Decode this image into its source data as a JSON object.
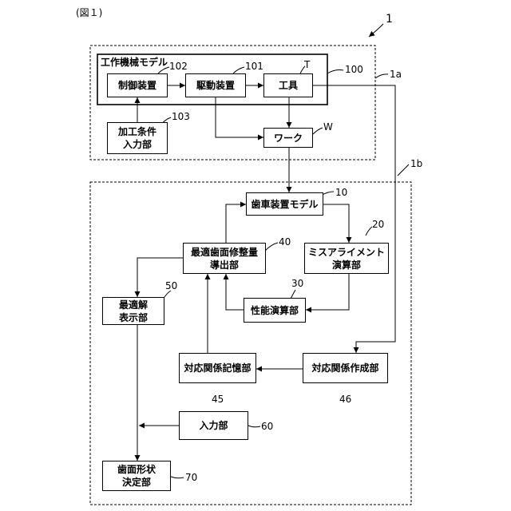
{
  "figure": {
    "caption": "(図１)",
    "ref": "1"
  },
  "groups": {
    "machine_tool": {
      "ref": "1a"
    },
    "gear_design": {
      "ref": "1b"
    },
    "machine_model": {
      "title": "工作機械モデル",
      "ref": "100"
    }
  },
  "blocks": {
    "control_device": {
      "label": "制御装置",
      "ref": "102"
    },
    "drive_device": {
      "label": "駆動装置",
      "ref": "101"
    },
    "tool": {
      "label": "工具",
      "ref": "T"
    },
    "machining_input": {
      "label": "加工条件\n入力部",
      "ref": "103"
    },
    "workpiece": {
      "label": "ワーク",
      "ref": "W"
    },
    "gear_model": {
      "label": "歯車装置モデル",
      "ref": "10"
    },
    "optimal_derivation": {
      "label": "最適歯面修整量\n導出部",
      "ref": "40"
    },
    "misalignment_calc": {
      "label": "ミスアライメント\n演算部",
      "ref": "20"
    },
    "optimal_display": {
      "label": "最適解\n表示部",
      "ref": "50"
    },
    "performance_calc": {
      "label": "性能演算部",
      "ref": "30"
    },
    "correspondence_storage": {
      "label": "対応関係記憶部",
      "ref": "45"
    },
    "correspondence_creation": {
      "label": "対応関係作成部",
      "ref": "46"
    },
    "input_unit": {
      "label": "入力部",
      "ref": "60"
    },
    "tooth_shape_decision": {
      "label": "歯面形状\n決定部",
      "ref": "70"
    }
  }
}
